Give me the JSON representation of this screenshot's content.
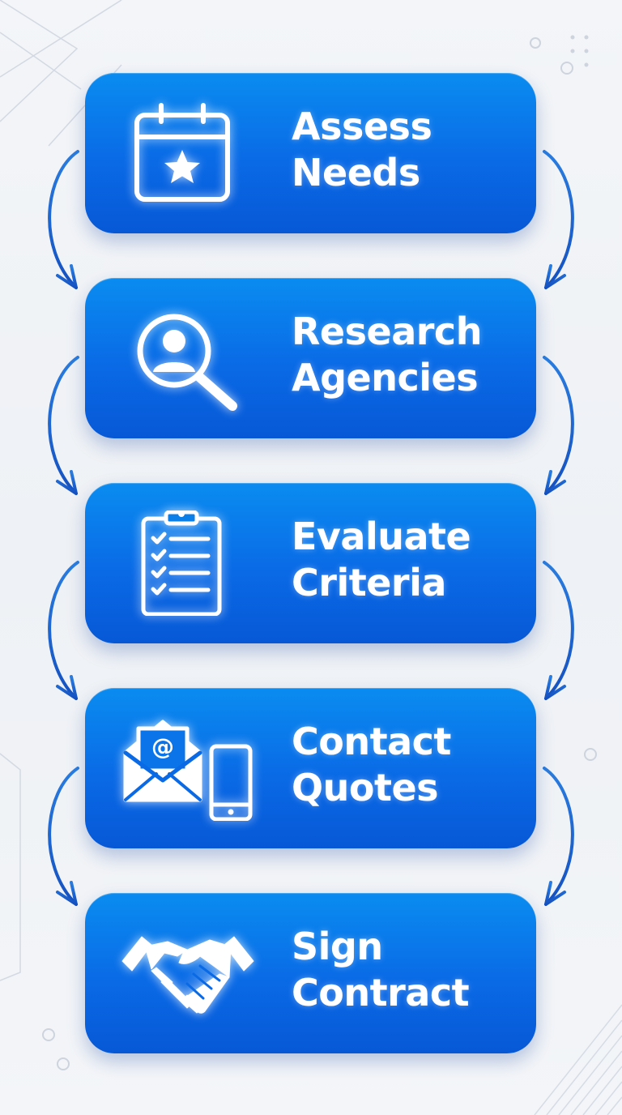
{
  "accent_color": "#0a6ae6",
  "arrow_color": "#1a5fc9",
  "steps": [
    {
      "line1": "Assess",
      "line2": "Needs",
      "icon": "calendar-star-icon"
    },
    {
      "line1": "Research",
      "line2": "Agencies",
      "icon": "magnifier-person-icon"
    },
    {
      "line1": "Evaluate",
      "line2": "Criteria",
      "icon": "clipboard-checklist-icon"
    },
    {
      "line1": "Contact",
      "line2": "Quotes",
      "icon": "email-phone-icon"
    },
    {
      "line1": "Sign",
      "line2": "Contract",
      "icon": "handshake-icon"
    }
  ]
}
